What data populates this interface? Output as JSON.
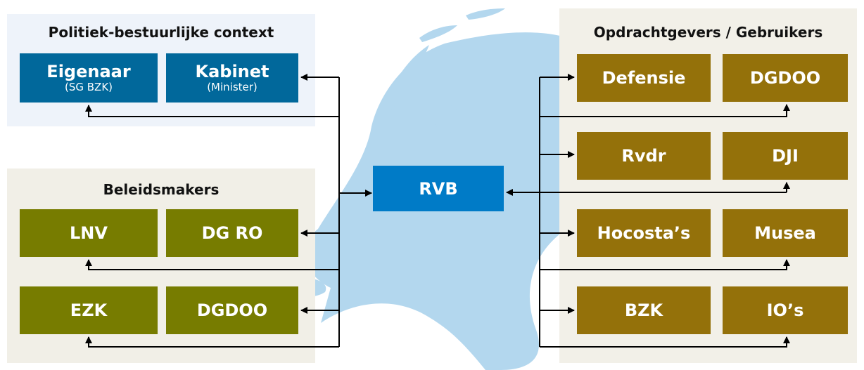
{
  "colors": {
    "panel_politiek": "#eef3fa",
    "panel_beleid": "#f1efe7",
    "panel_opdracht": "#f2f0e8",
    "box_politiek": "#01689b",
    "box_beleid": "#777c00",
    "box_opdracht": "#94710a",
    "rvb": "#007bc7",
    "map": "#b3d7ee",
    "line": "#000000"
  },
  "politiek": {
    "title": "Politiek-bestuurlijke context",
    "eigenaar": {
      "label": "Eigenaar",
      "sub": "(SG BZK)"
    },
    "kabinet": {
      "label": "Kabinet",
      "sub": "(Minister)"
    }
  },
  "beleid": {
    "title": "Beleidsmakers",
    "lnv": "LNV",
    "dgro": "DG RO",
    "ezk": "EZK",
    "dgdoo": "DGDOO"
  },
  "center": {
    "rvb": "RVB"
  },
  "opdracht": {
    "title": "Opdrachtgevers / Gebruikers",
    "defensie": "Defensie",
    "dgdoo": "DGDOO",
    "rvdr": "Rvdr",
    "dji": "DJI",
    "hocostas": "Hocosta’s",
    "musea": "Musea",
    "bzk": "BZK",
    "ios": "IO’s"
  }
}
